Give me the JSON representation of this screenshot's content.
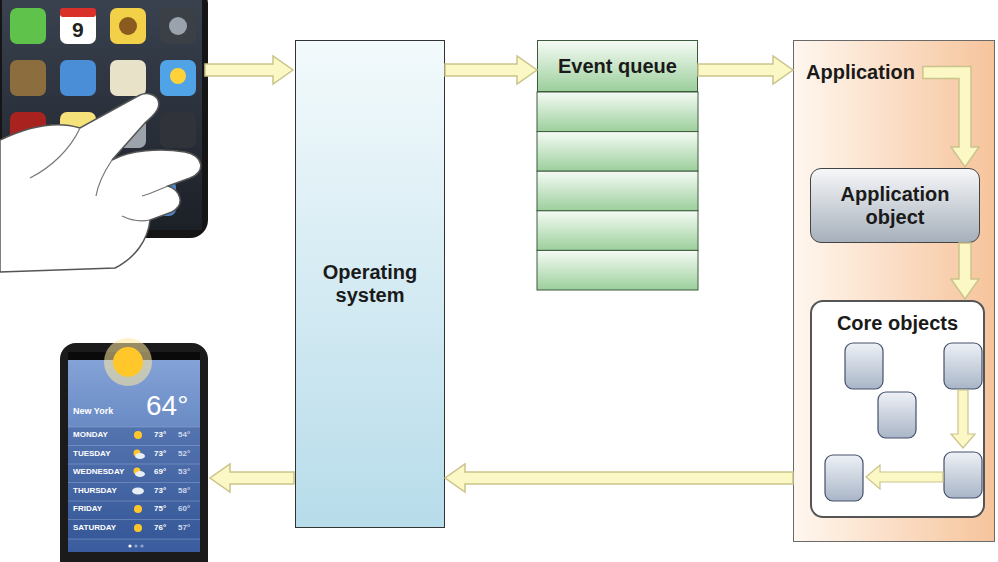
{
  "diagram": {
    "nodes": [
      {
        "text": [
          "Operating system"
        ]
      },
      {
        "text": [
          "Event queue"
        ]
      },
      {
        "text": [
          "Application"
        ]
      },
      {
        "text": [
          "Application object"
        ],
        "in": 2
      },
      {
        "text": [
          "Core objects"
        ],
        "in": 2
      }
    ],
    "edges": [
      {
        "from": 0,
        "to": 1,
        "arrow": "to"
      },
      {
        "from": 1,
        "to": 2,
        "arrow": "to"
      },
      {
        "from": 2,
        "to": 3,
        "arrow": "to"
      },
      {
        "from": 3,
        "to": 4,
        "arrow": "to"
      },
      {
        "from": 2,
        "to": 0,
        "arrow": "to"
      }
    ],
    "labels": [
      "9",
      "New York",
      "64°",
      "MONDAY",
      "73°",
      "54°",
      "TUESDAY",
      "73°",
      "52°",
      "WEDNESDAY",
      "69°",
      "53°",
      "THURSDAY",
      "73°",
      "58°",
      "FRIDAY",
      "75°",
      "60°",
      "SATURDAY",
      "76°",
      "57°"
    ]
  }
}
